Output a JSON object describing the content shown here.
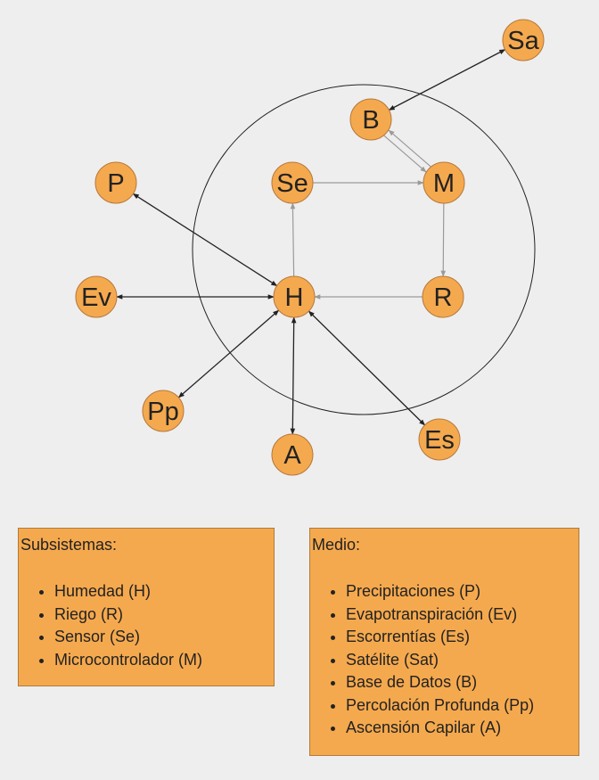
{
  "diagram": {
    "nodes": [
      {
        "id": "Sa",
        "label": "Sa"
      },
      {
        "id": "B",
        "label": "B"
      },
      {
        "id": "P",
        "label": "P"
      },
      {
        "id": "Se",
        "label": "Se"
      },
      {
        "id": "M",
        "label": "M"
      },
      {
        "id": "Ev",
        "label": "Ev"
      },
      {
        "id": "H",
        "label": "H"
      },
      {
        "id": "R",
        "label": "R"
      },
      {
        "id": "Pp",
        "label": "Pp"
      },
      {
        "id": "A",
        "label": "A"
      },
      {
        "id": "Es",
        "label": "Es"
      }
    ],
    "edges": [
      {
        "from": "B",
        "to": "Sa",
        "style": "black",
        "bidirectional": true
      },
      {
        "from": "P",
        "to": "H",
        "style": "black",
        "bidirectional": true
      },
      {
        "from": "Ev",
        "to": "H",
        "style": "black",
        "bidirectional": true
      },
      {
        "from": "Pp",
        "to": "H",
        "style": "black",
        "bidirectional": true
      },
      {
        "from": "A",
        "to": "H",
        "style": "black",
        "bidirectional": true
      },
      {
        "from": "Es",
        "to": "H",
        "style": "black",
        "bidirectional": true
      },
      {
        "from": "H",
        "to": "Se",
        "style": "gray",
        "bidirectional": false
      },
      {
        "from": "Se",
        "to": "M",
        "style": "gray",
        "bidirectional": false
      },
      {
        "from": "M",
        "to": "R",
        "style": "gray",
        "bidirectional": false
      },
      {
        "from": "R",
        "to": "H",
        "style": "gray",
        "bidirectional": false
      },
      {
        "from": "B",
        "to": "M",
        "style": "gray",
        "bidirectional": false
      },
      {
        "from": "M",
        "to": "B",
        "style": "gray",
        "bidirectional": false
      }
    ],
    "colors": {
      "node_fill": "#f5a94e",
      "node_stroke": "#b5773b",
      "edge_black": "#222222",
      "edge_gray": "#9a9a9a",
      "boundary": "#222222",
      "background": "#eeeeee"
    }
  },
  "legend": {
    "subsistemas": {
      "title": "Subsistemas:",
      "items": [
        "Humedad (H)",
        "Riego (R)",
        "Sensor (Se)",
        "Microcontrolador (M)"
      ]
    },
    "medio": {
      "title": "Medio:",
      "items": [
        "Precipitaciones (P)",
        "Evapotranspiración (Ev)",
        "Escorrentías (Es)",
        "Satélite (Sat)",
        "Base de Datos (B)",
        "Percolación Profunda (Pp)",
        "Ascensión Capilar (A)"
      ]
    }
  }
}
